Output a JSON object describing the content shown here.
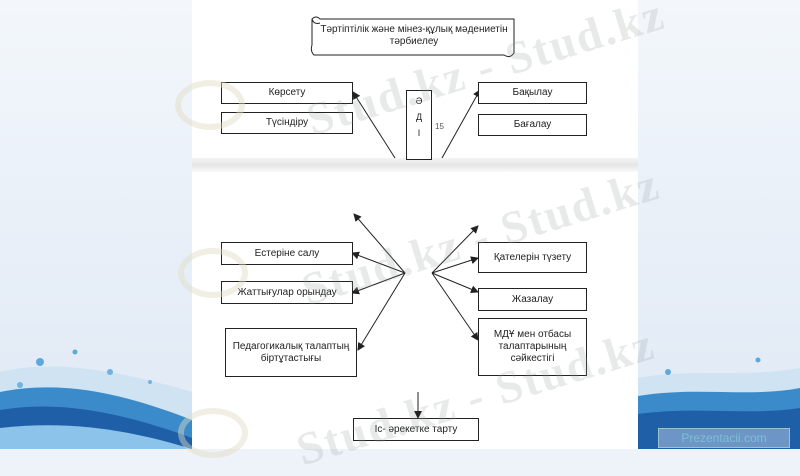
{
  "title": "Тәртіптілік және мінез-құлық мәдениетін тәрбиелеу",
  "top_left": [
    "Көрсету",
    "Түсіндіру"
  ],
  "top_right": [
    "Бақылау",
    "Бағалау"
  ],
  "center_letters": [
    "Ә",
    "Д",
    "І"
  ],
  "page_number": "15",
  "bottom_left": [
    "Естеріне салу",
    "Жаттығулар орындау",
    "Педагогикалық талаптың біртұтастығы"
  ],
  "bottom_right": [
    "Қателерін түзету",
    "Жазалау",
    "МДҰ мен отбасы талаптарының сәйкестігі"
  ],
  "bottom_center": "Іс- әрекетке тарту",
  "watermark": "Stud.kz - Stud.kz",
  "brand": "Prezentacii.com",
  "colors": {
    "line": "#222222",
    "box_border": "#222222",
    "brand_text": "#7cc0d6"
  }
}
